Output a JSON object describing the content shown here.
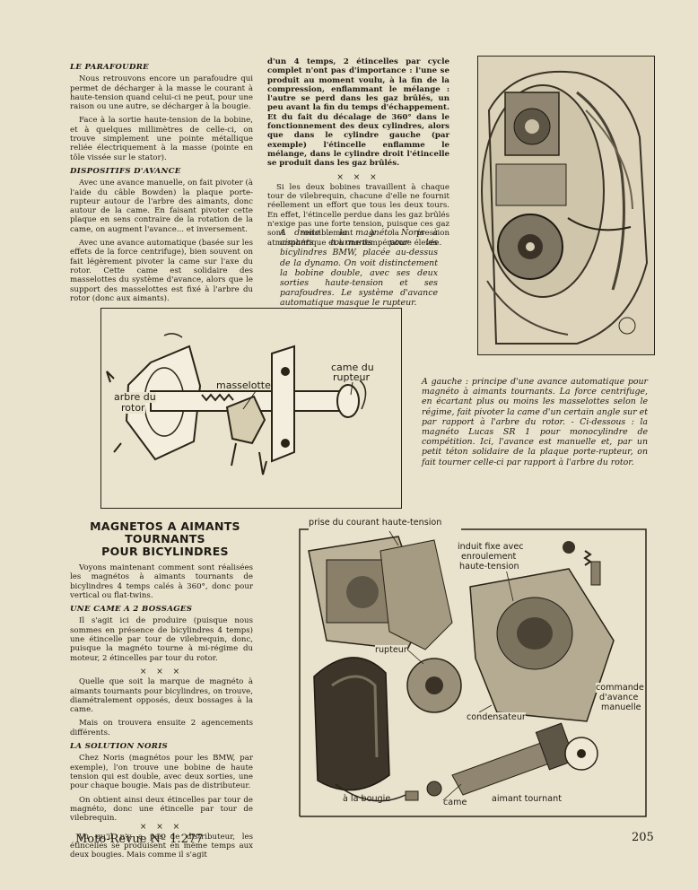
{
  "left_column": {
    "h_parafoudre": "LE PARAFOUDRE",
    "p1": "Nous retrouvons encore un parafoudre qui permet de décharger à la masse le courant à haute-tension quand celui-ci ne peut, pour une raison ou une autre, se décharger à la bougie.",
    "p2": "Face à la sortie haute-tension de la bobine, et à quelques millimètres de celle-ci, on trouve simplement une pointe métallique reliée électriquement à la masse (pointe en tôle vissée sur le stator).",
    "h_dispositifs": "DISPOSITIFS D'AVANCE",
    "p3": "Avec une avance manuelle, on fait pivoter (à l'aide du câble Bowden) la plaque porte-rupteur autour de l'arbre des aimants, donc autour de la came. En faisant pivoter cette plaque en sens contraire de la rotation de la came, on augment l'avance... et inversement.",
    "p4": "Avec une avance automatique (basée sur les effets de la force centrifuge), bien souvent on fait légèrement pivoter la came sur l'axe du rotor. Cette came est solidaire des masselottes du système d'avance, alors que le support des masselottes est fixé à l'arbre du rotor (donc aux aimants)."
  },
  "middle_column": {
    "p1": "d'un 4 temps, 2 étincelles par cycle complet n'ont pas d'importance : l'une se produit au moment voulu, à la fin de la compression, enflammant le mélange : l'autre se perd dans les gaz brûlés, un peu avant la fin du temps d'échappement. Et du fait du décalage de 360° dans le fonctionnement des deux cylindres, alors que dans le cylindre gauche (par exemple) l'étincelle enflamme le mélange, dans le cylindre droit l'étincelle se produit dans les gaz brûlés.",
    "stars": "× × ×",
    "p2": "Si les deux bobines travaillent à chaque tour de vilebrequin, chacune d'elle ne fournit réellement un effort que tous les deux tours. En effet, l'étincelle perdue dans les gaz brûlés n'exige pas une forte tension, puisque ces gaz sont sensiblement à la pression atmosphérique et à une température élevée.",
    "caption_droite": "A droite : la magnéto Noris à aimants tournants pour les bicylindres BMW, placée au-dessus de la dynamo. On voit distinctement la bobine double, avec ses deux sorties haute-tension et ses parafoudres. Le système d'avance automatique masque le rupteur."
  },
  "caption_gauche": "A gauche : principe d'une avance automatique pour magnéto à aimants tournants. La force centrifuge, en écartant plus ou moins les masselottes selon le régime, fait pivoter la came d'un certain angle sur et par rapport à l'arbre du rotor. - Ci-dessous : la magnéto Lucas SR 1 pour monocylindre de compétition. Ici, l'avance est manuelle et, par un petit téton solidaire de la plaque porte-rupteur, on fait tourner celle-ci par rapport à l'arbre du rotor.",
  "advance_diagram": {
    "label_masselotte": "masselotte",
    "label_came_line1": "came du",
    "label_came_line2": "rupteur",
    "label_arbre_line1": "arbre du",
    "label_arbre_line2": "rotor"
  },
  "section": {
    "title_line1": "MAGNETOS A AIMANTS",
    "title_line2": "TOURNANTS",
    "title_line3": "POUR BICYLINDRES",
    "p1": "Voyons maintenant comment sont réalisées les magnétos à aimants tournants de bicylindres 4 temps calés à 360°, donc pour vertical ou flat-twins.",
    "h_came": "UNE CAME A 2 BOSSAGES",
    "p2": "Il s'agit ici de produire (puisque nous sommes en présence de bicylindres 4 temps) une étincelle par tour de vilebrequin, donc, puisque la magnéto tourne à mi-régime du moteur, 2 étincelles par tour du rotor.",
    "stars1": "× × ×",
    "p3": "Quelle que soit la marque de magnéto à aimants tournants pour bicylindres, on trouve, diamétralement opposés, deux bossages à la came.",
    "p4": "Mais on trouvera ensuite 2 agencements différents.",
    "h_noris": "LA SOLUTION NORIS",
    "p5": "Chez Noris (magnétos pour les BMW, par exemple), l'on trouve une bobine de haute tension qui est double, avec deux sorties, une pour chaque bougie. Mais pas de distributeur.",
    "p6": "On obtient ainsi deux étincelles par tour de magnéto, donc une étincelle par tour de vilebrequin.",
    "stars2": "× × ×",
    "p7": "Vu qu'il n'y a pas de distributeur, les étincelles se produisent en même temps aux deux bougies. Mais comme il s'agit"
  },
  "lucas_diagram": {
    "prise": "prise du courant haute-tension",
    "induit_line1": "induit fixe avec",
    "induit_line2": "enroulement",
    "induit_line3": "haute-tension",
    "rupteur": "rupteur",
    "commande_line1": "commande",
    "commande_line2": "d'avance",
    "commande_line3": "manuelle",
    "condensateur": "condensateur",
    "bougie": "à la bougie",
    "came": "came",
    "aimant": "aimant tournant"
  },
  "footer": {
    "magazine": "Moto-Revue  Nº 1.277",
    "page_number": "205"
  }
}
